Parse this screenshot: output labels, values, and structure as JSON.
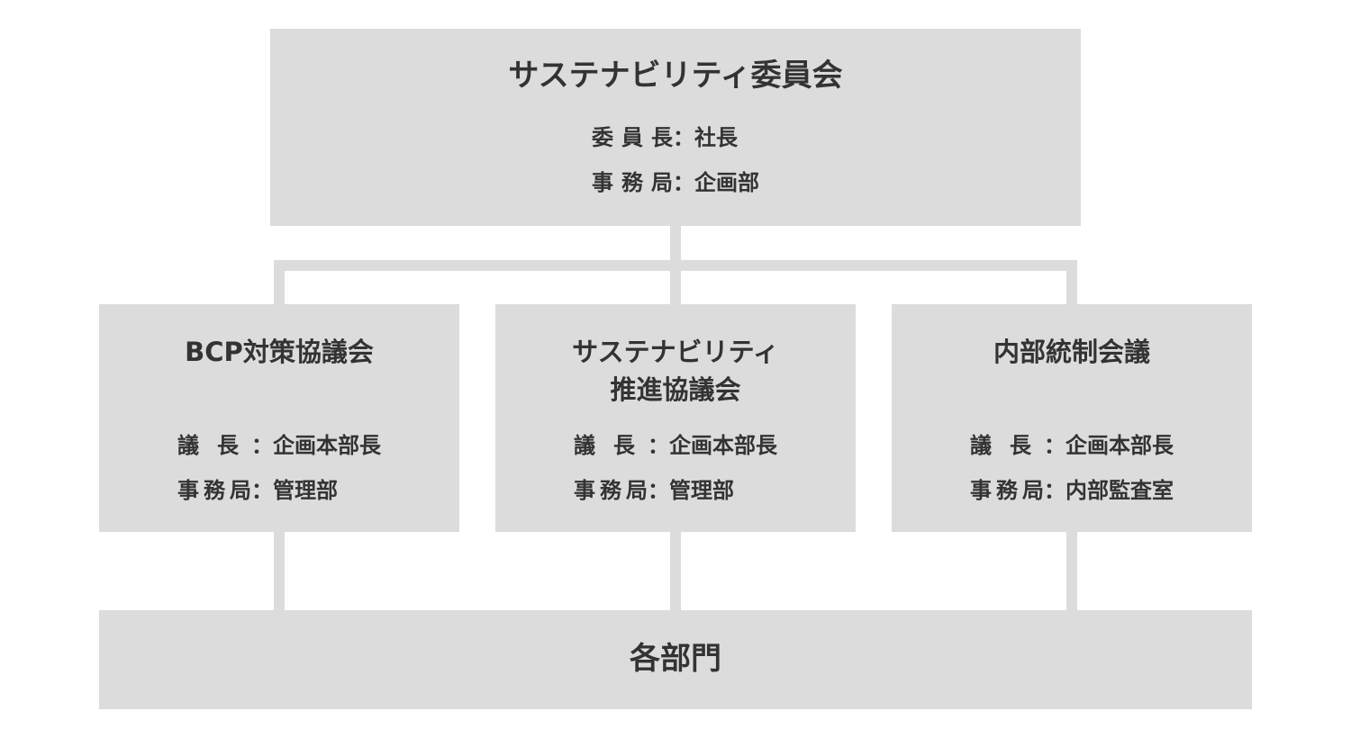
{
  "top": {
    "title": "サステナビリティ委員会",
    "rows": [
      {
        "label": "委員長",
        "value": "社長"
      },
      {
        "label": "事務局",
        "value": "企画部"
      }
    ]
  },
  "separator": "：",
  "committees": [
    {
      "title_lines": [
        "BCP対策協議会"
      ],
      "rows": [
        {
          "label": "議長",
          "value": "企画本部長"
        },
        {
          "label": "事務局",
          "value": "管理部"
        }
      ]
    },
    {
      "title_lines": [
        "サステナビリティ",
        "推進協議会"
      ],
      "rows": [
        {
          "label": "議長",
          "value": "企画本部長"
        },
        {
          "label": "事務局",
          "value": "管理部"
        }
      ]
    },
    {
      "title_lines": [
        "内部統制会議"
      ],
      "rows": [
        {
          "label": "議長",
          "value": "企画本部長"
        },
        {
          "label": "事務局",
          "value": "内部監査室"
        }
      ]
    }
  ],
  "bottom": {
    "title": "各部門"
  },
  "colors": {
    "box": "#dcdcdc",
    "text": "#333333",
    "background": "#ffffff"
  }
}
